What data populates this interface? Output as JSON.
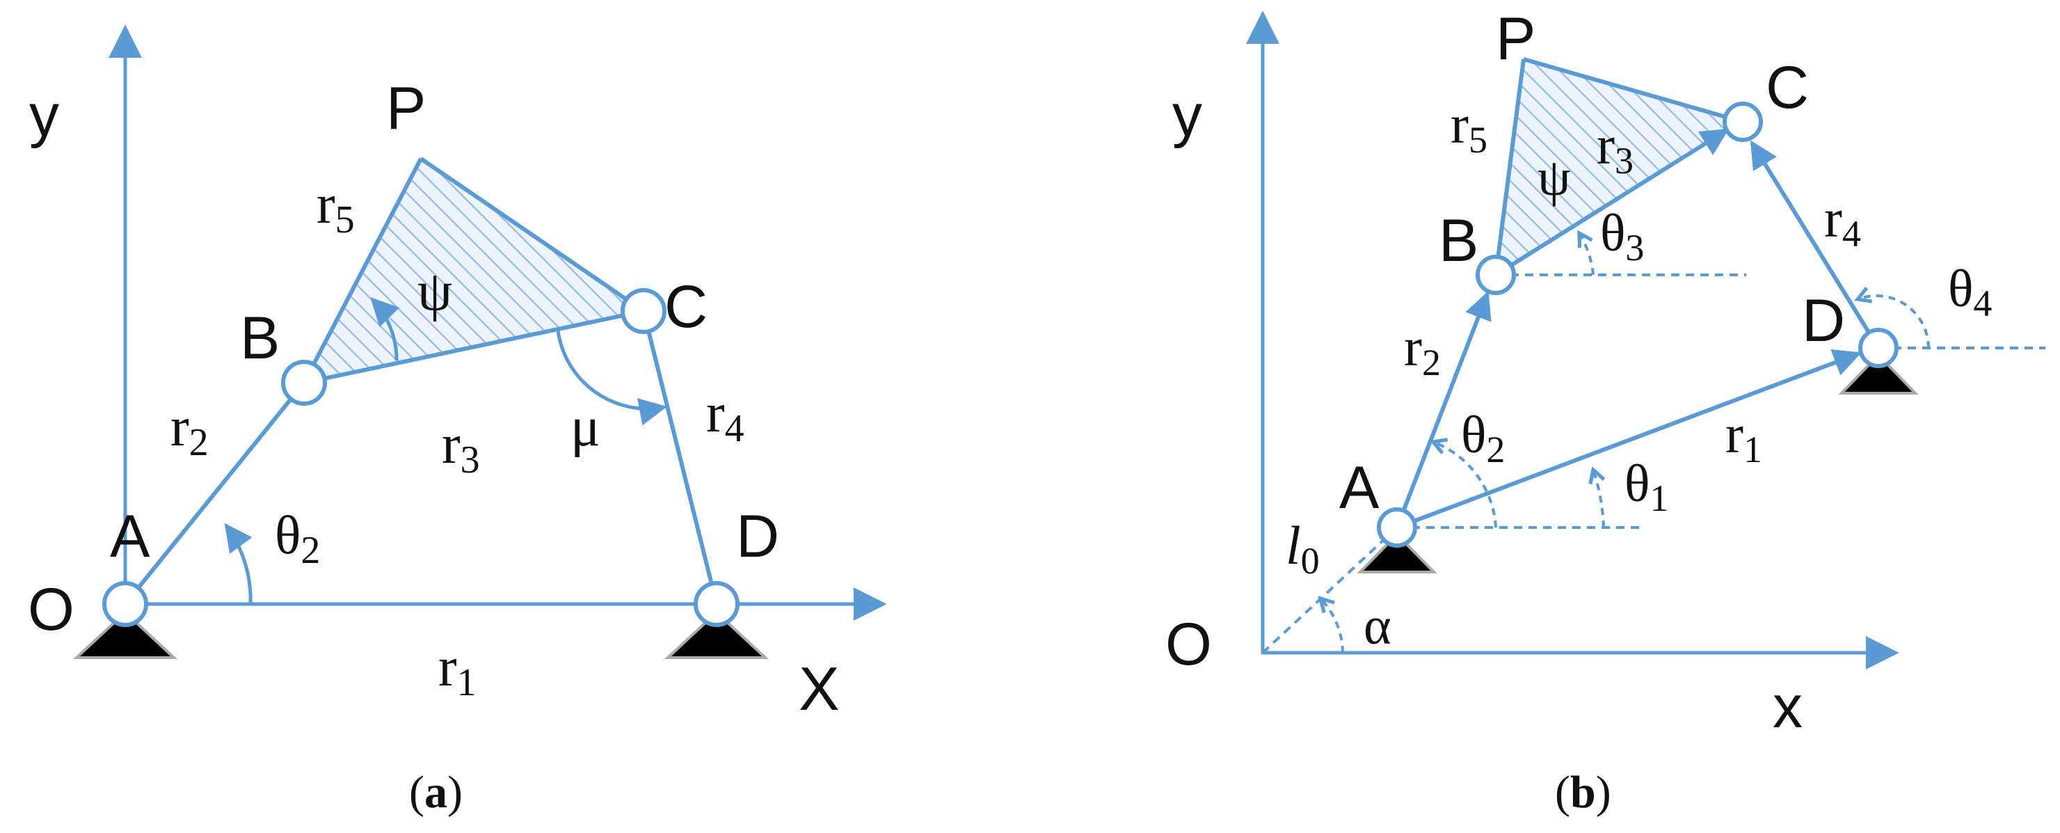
{
  "colors": {
    "link": "#5b9bd5",
    "text": "#111111",
    "ground": "#000000",
    "hatch": "#a9c6e8",
    "background": "#ffffff"
  },
  "panel_a": {
    "caption_open": "(",
    "caption_letter": "a",
    "caption_close": ")",
    "labels": {
      "y_axis": "y",
      "x_axis": "X",
      "origin": "O",
      "A": "A",
      "B": "B",
      "C": "C",
      "D": "D",
      "P": "P",
      "r1": "r",
      "r1_sub": "1",
      "r2": "r",
      "r2_sub": "2",
      "r3": "r",
      "r3_sub": "3",
      "r4": "r",
      "r4_sub": "4",
      "r5": "r",
      "r5_sub": "5",
      "theta2": "θ",
      "theta2_sub": "2",
      "psi": "ψ",
      "mu": "μ"
    }
  },
  "panel_b": {
    "caption_open": "(",
    "caption_letter": "b",
    "caption_close": ")",
    "labels": {
      "y_axis": "y",
      "x_axis": "x",
      "origin": "O",
      "A": "A",
      "B": "B",
      "C": "C",
      "D": "D",
      "P": "P",
      "r1": "r",
      "r1_sub": "1",
      "r2": "r",
      "r2_sub": "2",
      "r3": "r",
      "r3_sub": "3",
      "r4": "r",
      "r4_sub": "4",
      "r5": "r",
      "r5_sub": "5",
      "theta1": "θ",
      "theta1_sub": "1",
      "theta2": "θ",
      "theta2_sub": "2",
      "theta3": "θ",
      "theta3_sub": "3",
      "theta4": "θ",
      "theta4_sub": "4",
      "psi": "ψ",
      "alpha": "α",
      "l0": "l",
      "l0_sub": "0"
    }
  }
}
